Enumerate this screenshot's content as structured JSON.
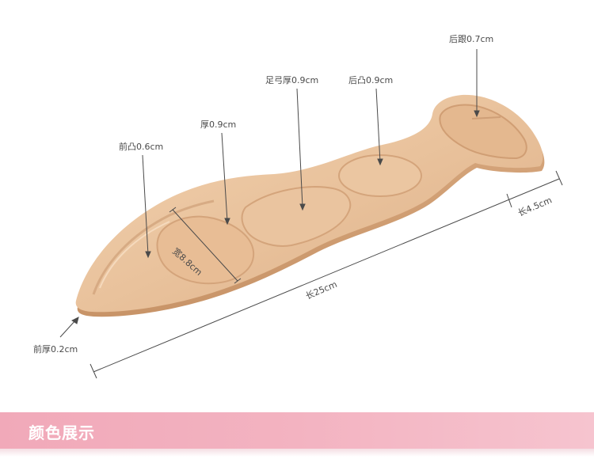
{
  "callouts": {
    "heel_thickness": "后跟0.7cm",
    "arch_thickness": "足弓厚0.9cm",
    "heel_bump": "后凸0.9cm",
    "thickness": "厚0.9cm",
    "front_bump": "前凸0.6cm",
    "width": "宽8.8cm",
    "length": "长25cm",
    "heel_length": "长4.5cm",
    "front_thickness": "前厚0.2cm"
  },
  "banner": {
    "title": "颜色展示"
  },
  "colors": {
    "insole": "#e9c29c",
    "banner": "#f1a9b9"
  }
}
